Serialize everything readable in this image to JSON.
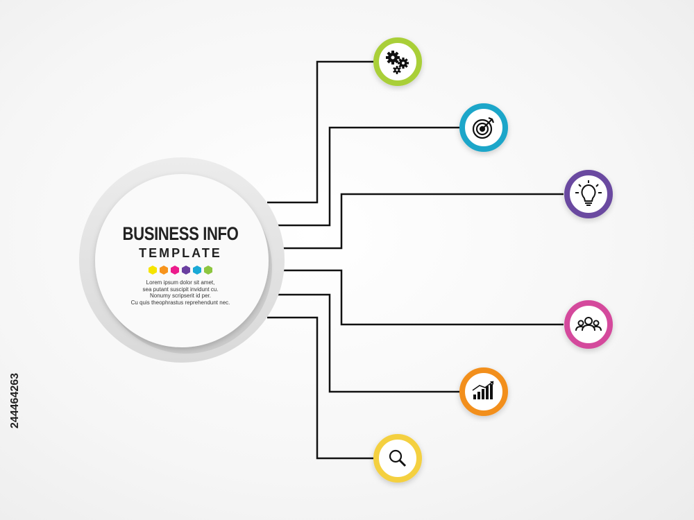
{
  "center": {
    "title": "BUSINESS INFO",
    "subtitle": "TEMPLATE",
    "body_lines": [
      "Lorem ipsum dolor sit amet,",
      "sea putant suscipit invidunt cu.",
      "Nonumy scripserit id per.",
      "Cu quis theophrastus reprehendunt nec."
    ],
    "hex_colors": [
      "#f5e400",
      "#f7941d",
      "#ec1c8c",
      "#6a3fa0",
      "#1aa9d6",
      "#8dc63f"
    ]
  },
  "nodes": [
    {
      "icon": "gears-icon",
      "color": "#a9cf38"
    },
    {
      "icon": "target-icon",
      "color": "#1ca6c9"
    },
    {
      "icon": "lightbulb-icon",
      "color": "#6a4aa0"
    },
    {
      "icon": "team-icon",
      "color": "#d44a9c"
    },
    {
      "icon": "growth-chart-icon",
      "color": "#f28f1c"
    },
    {
      "icon": "magnifier-icon",
      "color": "#f4d03f"
    }
  ],
  "stock_id": "244464263"
}
